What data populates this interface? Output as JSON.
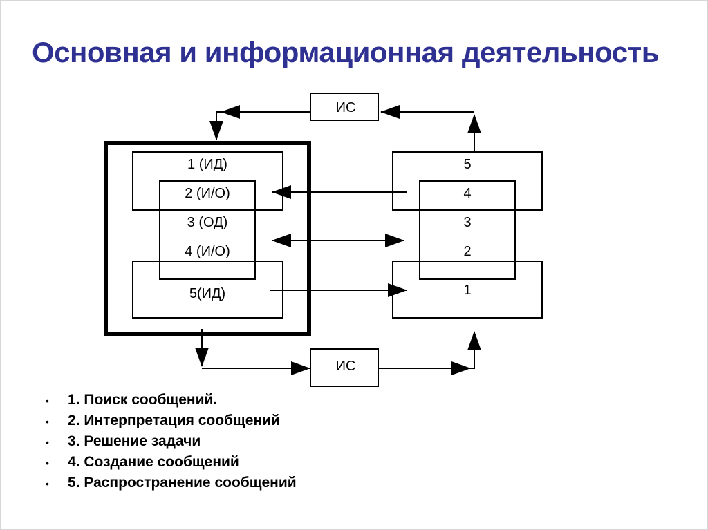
{
  "title": {
    "text": "Основная и информационная деятельность",
    "color": "#2E3192"
  },
  "diagram": {
    "line_color": "#000000",
    "is_top_label": "ИС",
    "is_bottom_label": "ИС",
    "left_labels": [
      "1 (ИД)",
      "2 (И/О)",
      "3 (ОД)",
      "4 (И/О)",
      "5(ИД)"
    ],
    "right_labels": [
      "5",
      "4",
      "3",
      "2",
      "1"
    ]
  },
  "legend": {
    "bullet": "•",
    "items": [
      "1. Поиск сообщений.",
      "2. Интерпретация сообщений",
      "3. Решение задачи",
      "4. Создание сообщений",
      "5. Распространение сообщений"
    ]
  }
}
